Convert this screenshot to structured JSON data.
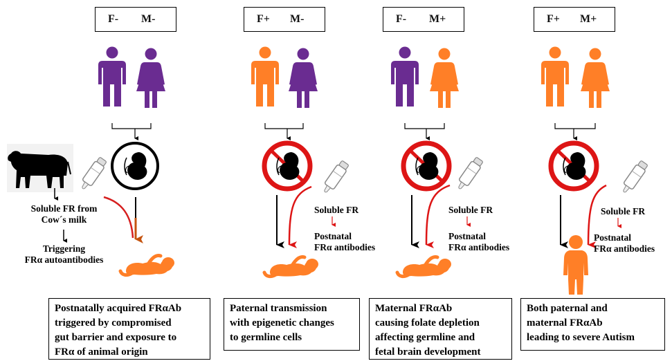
{
  "colors": {
    "purple": "#6a2c91",
    "orange": "#ff7f27",
    "red": "#dd1515",
    "black": "#000000"
  },
  "panels": [
    {
      "header": {
        "left": "F-",
        "right": "M-"
      },
      "father": "purple",
      "mother": "purple",
      "fetus_ring": "black",
      "child": "infant",
      "caption": [
        "Postnatally acquired FRαAb",
        "triggered by compromised",
        "gut barrier and exposure to",
        "FRα of animal origin"
      ]
    },
    {
      "header": {
        "left": "F+",
        "right": "M-"
      },
      "father": "orange",
      "mother": "purple",
      "fetus_ring": "red",
      "child": "infant",
      "caption": [
        "Paternal transmission",
        "with epigenetic changes",
        "to germline cells"
      ]
    },
    {
      "header": {
        "left": "F-",
        "right": "M+"
      },
      "father": "purple",
      "mother": "orange",
      "fetus_ring": "red",
      "child": "infant",
      "caption": [
        "Maternal FRαAb",
        "causing folate depletion",
        "affecting germline and",
        "fetal brain development"
      ]
    },
    {
      "header": {
        "left": "F+",
        "right": "M+"
      },
      "father": "orange",
      "mother": "orange",
      "fetus_ring": "red",
      "child": "toddler",
      "caption": [
        "Both paternal and",
        "maternal FRαAb",
        "leading to severe Autism"
      ]
    }
  ],
  "cow_labels": {
    "soluble": [
      "Soluble FR from",
      "Cow´s milk"
    ],
    "triggering": [
      "Triggering",
      "FRα autoantibodies"
    ]
  },
  "soluble_labels": [
    {
      "top": "Soluble FR",
      "bottom": [
        "Postnatal",
        "FRα antibodies"
      ]
    },
    {
      "top": "Soluble FR",
      "bottom": [
        "Postnatal",
        "FRα antibodies"
      ]
    },
    {
      "top": "Soluble FR",
      "bottom": [
        "Postnatal",
        "FRα antibodies"
      ]
    }
  ]
}
